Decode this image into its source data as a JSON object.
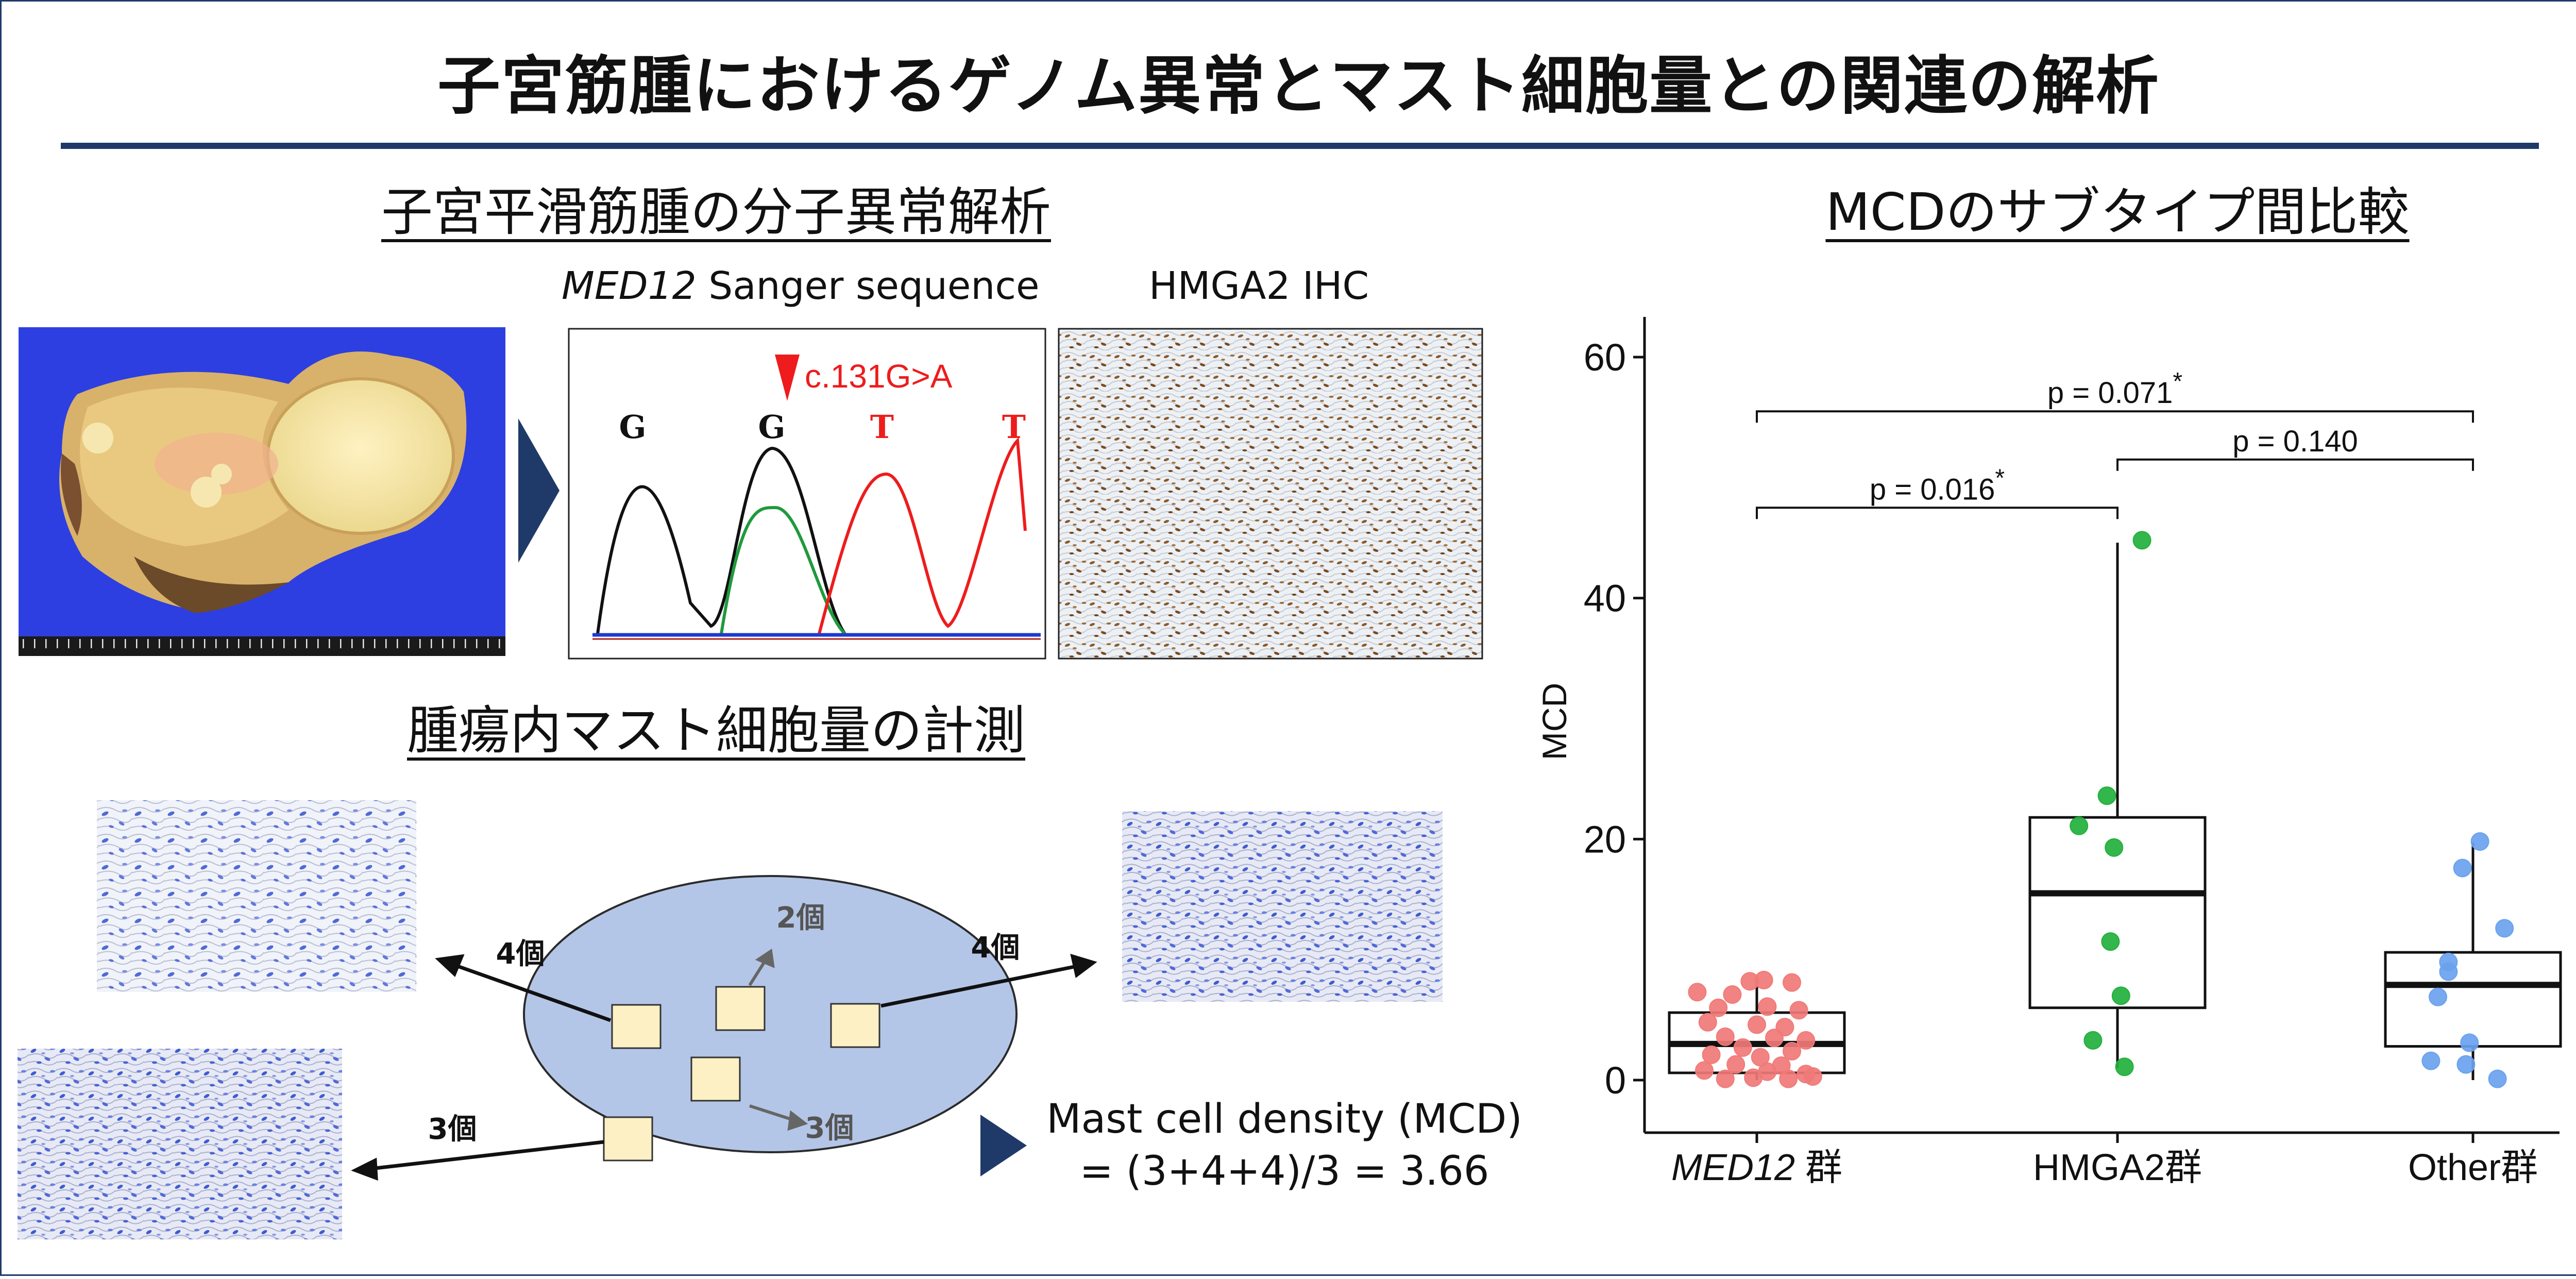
{
  "title": "子宮筋腫におけるゲノム異常とマスト細胞量との関連の解析",
  "left_panel": {
    "heading_top": "子宮平滑筋腫の分子異常解析",
    "sanger_caption_italic": "MED12",
    "sanger_caption_rest": " Sanger sequence",
    "ihc_caption": "HMGA2 IHC",
    "mutation_label": "c.131G>A",
    "base_calls": [
      "G",
      "G",
      "T",
      "T"
    ],
    "heading_bottom": "腫瘍内マスト細胞量の計測",
    "field_counts": {
      "upper_left": "4個",
      "lower_left": "3個",
      "upper_center": "2個",
      "lower_center": "3個",
      "right": "4個"
    },
    "mcd_line1": "Mast cell density (MCD)",
    "mcd_line2": "= (3+4+4)/3 = 3.66"
  },
  "colors": {
    "navy": "#1f3a68",
    "red_peak": "#ee1c1c",
    "green_peak": "#1f9a3c",
    "ellipse_fill": "#b4c6e7",
    "field_square": "#fdf0c4"
  },
  "chart_data": {
    "type": "box",
    "title": "MCDのサブタイプ間比較",
    "ylabel": "MCD",
    "ylim": [
      -3,
      63
    ],
    "yticks": [
      0,
      20,
      40,
      60
    ],
    "grid": false,
    "categories": [
      {
        "label": "MED12",
        "suffix": " 群",
        "italic": true
      },
      {
        "label": "HMGA2群",
        "suffix": "",
        "italic": false
      },
      {
        "label": "Other群",
        "suffix": "",
        "italic": false
      }
    ],
    "series": [
      {
        "color": "#f07a78",
        "box": {
          "q1": 0.6,
          "median": 3.0,
          "q3": 5.6,
          "whisker_low": 0.0,
          "whisker_high": 8.3
        },
        "points": [
          [
            -0.04,
            8.2
          ],
          [
            0.04,
            8.3
          ],
          [
            0.2,
            8.1
          ],
          [
            -0.34,
            7.3
          ],
          [
            -0.14,
            7.1
          ],
          [
            -0.22,
            6.0
          ],
          [
            0.06,
            6.1
          ],
          [
            0.24,
            5.8
          ],
          [
            -0.28,
            4.8
          ],
          [
            0.0,
            4.6
          ],
          [
            0.16,
            4.4
          ],
          [
            -0.18,
            3.6
          ],
          [
            0.1,
            3.5
          ],
          [
            0.28,
            3.3
          ],
          [
            -0.08,
            2.7
          ],
          [
            0.2,
            2.4
          ],
          [
            -0.26,
            2.1
          ],
          [
            0.02,
            1.9
          ],
          [
            -0.12,
            1.3
          ],
          [
            0.14,
            1.2
          ],
          [
            -0.3,
            0.8
          ],
          [
            0.06,
            0.7
          ],
          [
            0.28,
            0.5
          ],
          [
            -0.18,
            0.1
          ],
          [
            -0.02,
            0.2
          ],
          [
            0.18,
            0.1
          ],
          [
            0.32,
            0.3
          ]
        ]
      },
      {
        "color": "#22b03c",
        "box": {
          "q1": 6.0,
          "median": 15.5,
          "q3": 21.8,
          "whisker_low": 1.0,
          "whisker_high": 44.6
        },
        "points": [
          [
            0.14,
            44.8
          ],
          [
            -0.06,
            23.6
          ],
          [
            -0.22,
            21.1
          ],
          [
            -0.02,
            19.3
          ],
          [
            -0.04,
            11.5
          ],
          [
            0.02,
            7.0
          ],
          [
            -0.14,
            3.3
          ],
          [
            0.04,
            1.1
          ]
        ]
      },
      {
        "color": "#6aa2ee",
        "box": {
          "q1": 2.8,
          "median": 7.9,
          "q3": 10.6,
          "whisker_low": 0.0,
          "whisker_high": 19.7
        },
        "points": [
          [
            0.04,
            19.8
          ],
          [
            -0.06,
            17.6
          ],
          [
            0.18,
            12.6
          ],
          [
            -0.14,
            9.8
          ],
          [
            -0.14,
            9.0
          ],
          [
            -0.2,
            6.9
          ],
          [
            -0.02,
            3.1
          ],
          [
            -0.24,
            1.6
          ],
          [
            -0.04,
            1.3
          ],
          [
            0.14,
            0.1
          ]
        ]
      }
    ],
    "comparisons": [
      {
        "from": 0,
        "to": 1,
        "y": 47.5,
        "label": "p = 0.016",
        "sig": "*"
      },
      {
        "from": 1,
        "to": 2,
        "y": 51.5,
        "label": "p = 0.140",
        "sig": ""
      },
      {
        "from": 0,
        "to": 2,
        "y": 55.5,
        "label": "p = 0.071",
        "sig": "*"
      }
    ]
  }
}
